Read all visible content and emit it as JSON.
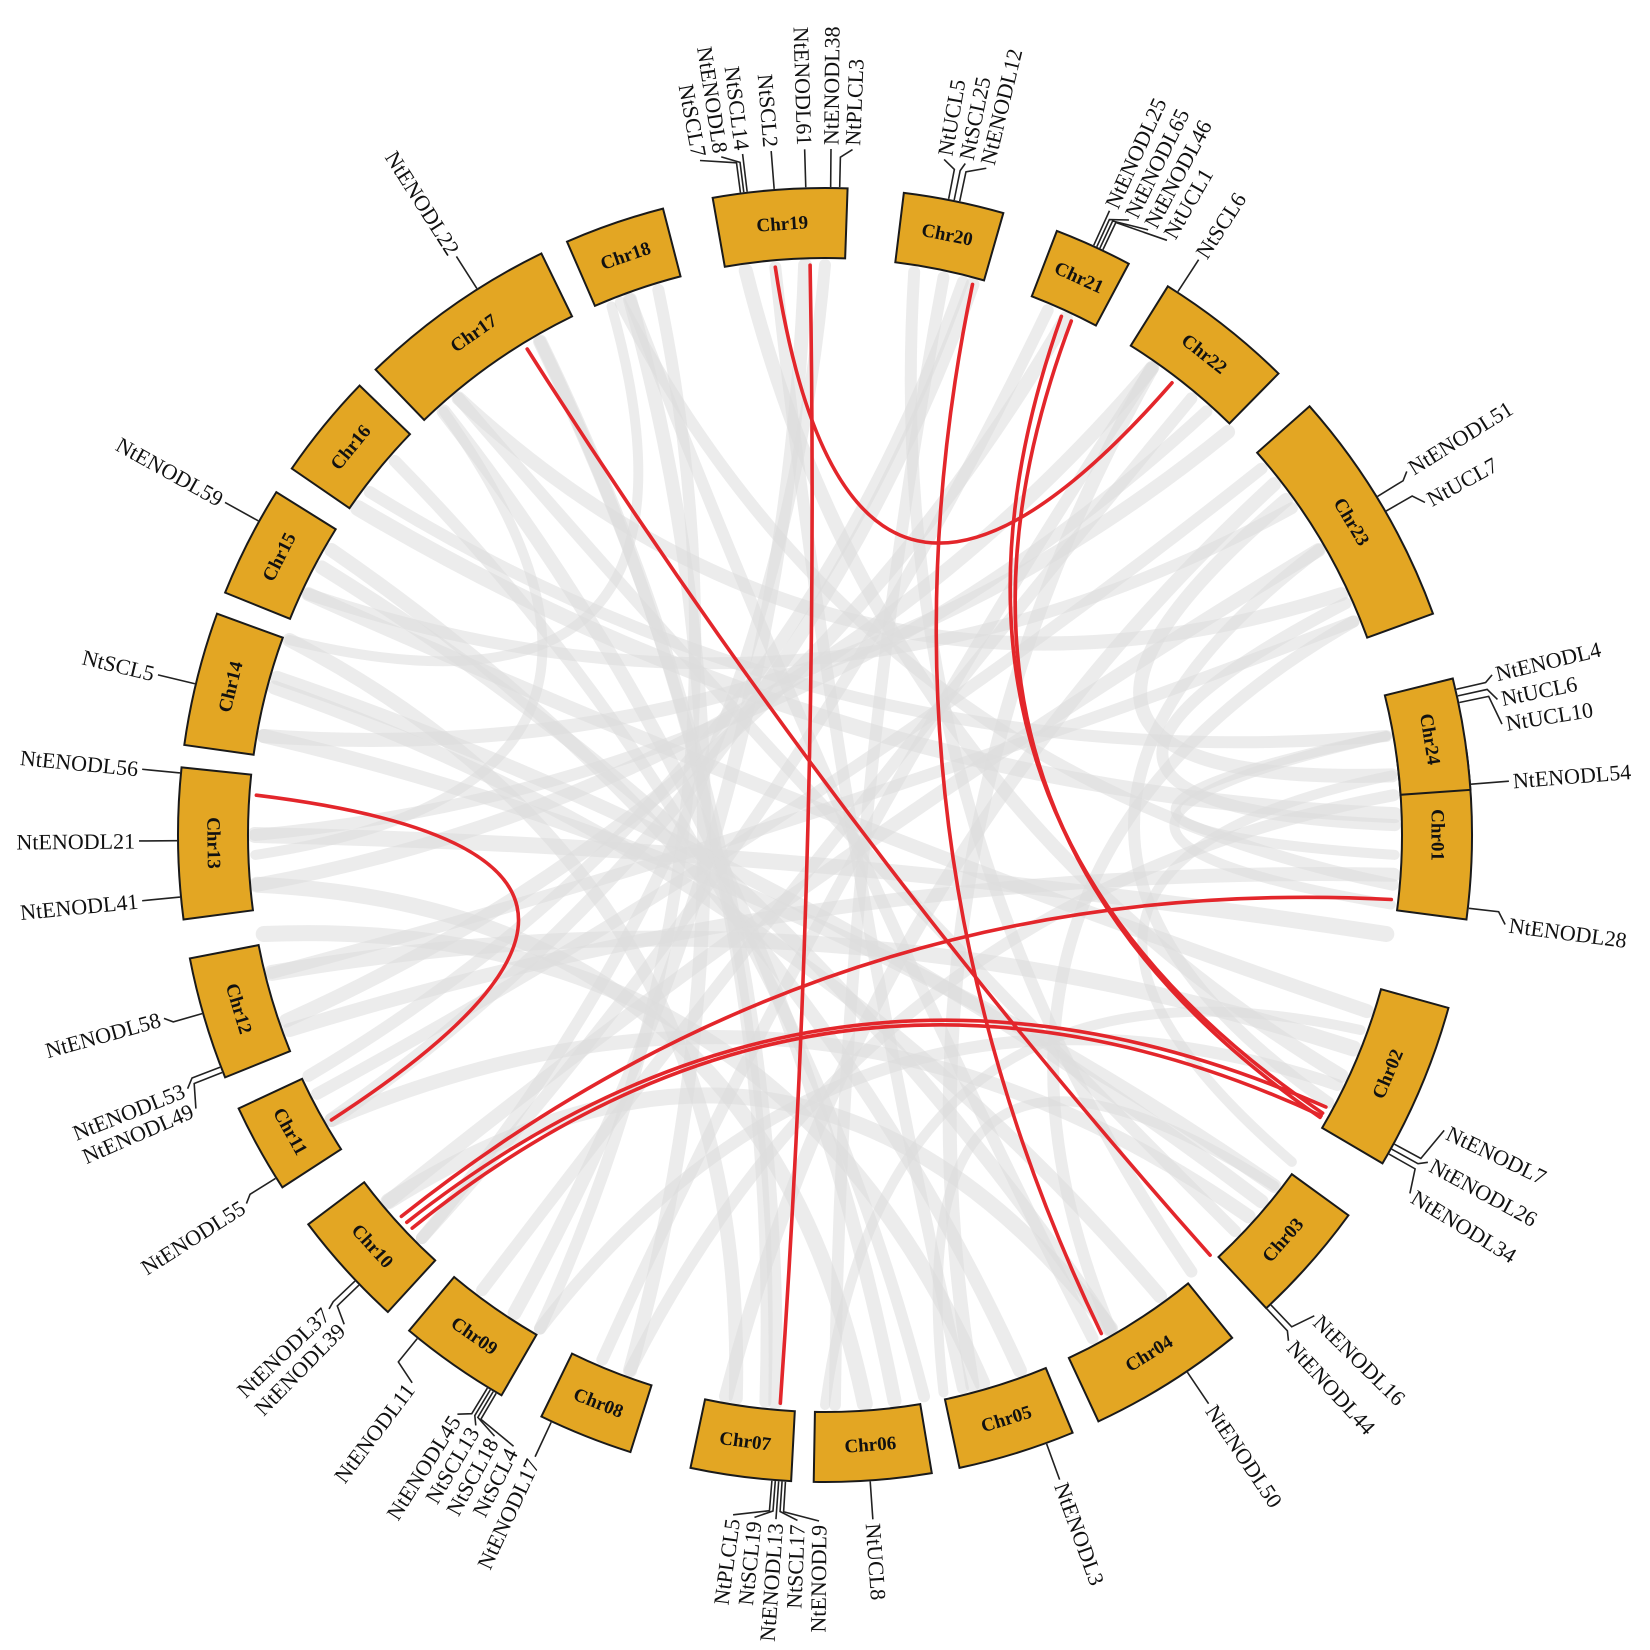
{
  "colors": {
    "chromosome": "#E3A623",
    "syntenic_link": "#E3262B",
    "background_link": "#dcdcdc"
  },
  "chromosomes": [
    {
      "id": "Chr01",
      "start": 82.5,
      "end": 97.5
    },
    {
      "id": "Chr02",
      "start": 105.5,
      "end": 120.5
    },
    {
      "id": "Chr03",
      "start": 126,
      "end": 137
    },
    {
      "id": "Chr04",
      "start": 141,
      "end": 155
    },
    {
      "id": "Chr05",
      "start": 157.5,
      "end": 168
    },
    {
      "id": "Chr06",
      "start": 170.5,
      "end": 181
    },
    {
      "id": "Chr07",
      "start": 183,
      "end": 192
    },
    {
      "id": "Chr08",
      "start": 197.5,
      "end": 206
    },
    {
      "id": "Chr09",
      "start": 210,
      "end": 220
    },
    {
      "id": "Chr10",
      "start": 222.5,
      "end": 233
    },
    {
      "id": "Chr11",
      "start": 237,
      "end": 245
    },
    {
      "id": "Chr12",
      "start": 248,
      "end": 259
    },
    {
      "id": "Chr13",
      "start": 262.5,
      "end": 276
    },
    {
      "id": "Chr14",
      "start": 278,
      "end": 290
    },
    {
      "id": "Chr15",
      "start": 292,
      "end": 302
    },
    {
      "id": "Chr16",
      "start": 304.5,
      "end": 314
    },
    {
      "id": "Chr17",
      "start": 316,
      "end": 334
    },
    {
      "id": "Chr18",
      "start": 336.5,
      "end": 345.5
    },
    {
      "id": "Chr19",
      "start": 350,
      "end": 362
    },
    {
      "id": "Chr20",
      "start": 367,
      "end": 376
    },
    {
      "id": "Chr21",
      "start": 381,
      "end": 388
    },
    {
      "id": "Chr22",
      "start": 392,
      "end": 404.5
    },
    {
      "id": "Chr23",
      "start": 408.5,
      "end": 430
    },
    {
      "id": "Chr24",
      "start": 436,
      "end": 446
    }
  ],
  "genes": [
    {
      "name": "NtENODL54",
      "chr": "Chr01",
      "angle": 85.5,
      "label_angle": 85.5
    },
    {
      "name": "NtENODL28",
      "chr": "Chr01",
      "angle": 96.5,
      "label_angle": 97.5
    },
    {
      "name": "NtENODL7",
      "chr": "Chr02",
      "angle": 118.5,
      "label_angle": 115.5
    },
    {
      "name": "NtENODL26",
      "chr": "Chr02",
      "angle": 119,
      "label_angle": 118.5
    },
    {
      "name": "NtENODL34",
      "chr": "Chr02",
      "angle": 119.5,
      "label_angle": 121.5
    },
    {
      "name": "NtENODL16",
      "chr": "Chr03",
      "angle": 136.5,
      "label_angle": 134.5
    },
    {
      "name": "NtENODL44",
      "chr": "Chr03",
      "angle": 137,
      "label_angle": 137.5
    },
    {
      "name": "NtENODL50",
      "chr": "Chr04",
      "angle": 146,
      "label_angle": 146
    },
    {
      "name": "NtENODL3",
      "chr": "Chr05",
      "angle": 160,
      "label_angle": 160
    },
    {
      "name": "NtUCL8",
      "chr": "Chr06",
      "angle": 176,
      "label_angle": 176
    },
    {
      "name": "NtENODL9",
      "chr": "Chr07",
      "angle": 183.5,
      "label_angle": 180.5
    },
    {
      "name": "NtSCL17",
      "chr": "Chr07",
      "angle": 183.8,
      "label_angle": 182.3
    },
    {
      "name": "NtENODL13",
      "chr": "Chr07",
      "angle": 184.1,
      "label_angle": 184.1
    },
    {
      "name": "NtSCL19",
      "chr": "Chr07",
      "angle": 184.4,
      "label_angle": 185.9
    },
    {
      "name": "NtPLCL5",
      "chr": "Chr07",
      "angle": 184.7,
      "label_angle": 187.7
    },
    {
      "name": "NtENODL17",
      "chr": "Chr08",
      "angle": 205,
      "label_angle": 205
    },
    {
      "name": "NtSCL4",
      "chr": "Chr09",
      "angle": 210.5,
      "label_angle": 207
    },
    {
      "name": "NtSCL18",
      "chr": "Chr09",
      "angle": 210.8,
      "label_angle": 208.8
    },
    {
      "name": "NtSCL13",
      "chr": "Chr09",
      "angle": 211.1,
      "label_angle": 210.6
    },
    {
      "name": "NtENODL45",
      "chr": "Chr09",
      "angle": 211.4,
      "label_angle": 212.4
    },
    {
      "name": "NtENODL11",
      "chr": "Chr09",
      "angle": 219,
      "label_angle": 217
    },
    {
      "name": "NtENODL39",
      "chr": "Chr10",
      "angle": 226,
      "label_angle": 224.5
    },
    {
      "name": "NtENODL37",
      "chr": "Chr10",
      "angle": 226.5,
      "label_angle": 226.3
    },
    {
      "name": "NtENODL55",
      "chr": "Chr11",
      "angle": 238,
      "label_angle": 237.5
    },
    {
      "name": "NtENODL49",
      "chr": "Chr12",
      "angle": 248.5,
      "label_angle": 246.5
    },
    {
      "name": "NtENODL53",
      "chr": "Chr12",
      "angle": 249,
      "label_angle": 248.3
    },
    {
      "name": "NtENODL58",
      "chr": "Chr12",
      "angle": 254,
      "label_angle": 254.5
    },
    {
      "name": "NtENODL41",
      "chr": "Chr13",
      "angle": 264.5,
      "label_angle": 264.5
    },
    {
      "name": "NtENODL21",
      "chr": "Chr13",
      "angle": 269.5,
      "label_angle": 269.5
    },
    {
      "name": "NtENODL56",
      "chr": "Chr13",
      "angle": 275.5,
      "label_angle": 275.5
    },
    {
      "name": "NtSCL5",
      "chr": "Chr14",
      "angle": 283.5,
      "label_angle": 283.5
    },
    {
      "name": "NtENODL59",
      "chr": "Chr15",
      "angle": 299,
      "label_angle": 299
    },
    {
      "name": "NtENODL22",
      "chr": "Chr17",
      "angle": 327.5,
      "label_angle": 327.5
    },
    {
      "name": "NtSCL7",
      "chr": "Chr19",
      "angle": 352.5,
      "label_angle": 349.5
    },
    {
      "name": "NtENODL8",
      "chr": "Chr19",
      "angle": 352.8,
      "label_angle": 351.3
    },
    {
      "name": "NtSCL14",
      "chr": "Chr19",
      "angle": 353.1,
      "label_angle": 353.1
    },
    {
      "name": "NtSCL2",
      "chr": "Chr19",
      "angle": 355.5,
      "label_angle": 355.5
    },
    {
      "name": "NtENODL61",
      "chr": "Chr19",
      "angle": 358.3,
      "label_angle": 358.3
    },
    {
      "name": "NtENODL38",
      "chr": "Chr19",
      "angle": 360.5,
      "label_angle": 360.5
    },
    {
      "name": "NtPLCL3",
      "chr": "Chr19",
      "angle": 361.3,
      "label_angle": 362.3
    },
    {
      "name": "NtUCL5",
      "chr": "Chr20",
      "angle": 371,
      "label_angle": 370
    },
    {
      "name": "NtSCL25",
      "chr": "Chr20",
      "angle": 371.5,
      "label_angle": 371.8
    },
    {
      "name": "NtENODL12",
      "chr": "Chr20",
      "angle": 372,
      "label_angle": 373.6
    },
    {
      "name": "NtENODL25",
      "chr": "Chr21",
      "angle": 384.5,
      "label_angle": 384.5
    },
    {
      "name": "NtENODL65",
      "chr": "Chr21",
      "angle": 384.8,
      "label_angle": 386.3
    },
    {
      "name": "NtENODL46",
      "chr": "Chr21",
      "angle": 385.1,
      "label_angle": 388.1
    },
    {
      "name": "NtUCL1",
      "chr": "Chr21",
      "angle": 385.4,
      "label_angle": 389.9
    },
    {
      "name": "NtSCL6",
      "chr": "Chr22",
      "angle": 393,
      "label_angle": 393
    },
    {
      "name": "NtENODL51",
      "chr": "Chr23",
      "angle": 418.5,
      "label_angle": 418
    },
    {
      "name": "NtUCL7",
      "chr": "Chr23",
      "angle": 420,
      "label_angle": 421
    },
    {
      "name": "NtENODL4",
      "chr": "Chr24",
      "angle": 437,
      "label_angle": 436.5
    },
    {
      "name": "NtUCL6",
      "chr": "Chr24",
      "angle": 437.6,
      "label_angle": 438.6
    },
    {
      "name": "NtUCL10",
      "chr": "Chr24",
      "angle": 438.2,
      "label_angle": 440.7
    }
  ],
  "segmental_duplications": [
    {
      "from": 358.5,
      "to": 184.5
    },
    {
      "from": 328.5,
      "to": 137.5
    },
    {
      "from": 355,
      "to": 397.5
    },
    {
      "from": 375,
      "to": 151
    },
    {
      "from": 384.5,
      "to": 119.2
    },
    {
      "from": 385.6,
      "to": 119.7
    },
    {
      "from": 274,
      "to": 240
    },
    {
      "from": 228,
      "to": 96.5
    },
    {
      "from": 227.2,
      "to": 118.5
    },
    {
      "from": 226.4,
      "to": 119.5
    }
  ],
  "background_links": [
    {
      "from": 84,
      "to": 414,
      "w": 14
    },
    {
      "from": 89,
      "to": 426,
      "w": 12
    },
    {
      "from": 92,
      "to": 440,
      "w": 10
    },
    {
      "from": 88,
      "to": 305,
      "w": 16
    },
    {
      "from": 94,
      "to": 250,
      "w": 14
    },
    {
      "from": 86,
      "to": 200,
      "w": 12
    },
    {
      "from": 108,
      "to": 295,
      "w": 14
    },
    {
      "from": 112,
      "to": 256,
      "w": 16
    },
    {
      "from": 116,
      "to": 210,
      "w": 12
    },
    {
      "from": 110,
      "to": 180,
      "w": 10
    },
    {
      "from": 128,
      "to": 280,
      "w": 14
    },
    {
      "from": 132,
      "to": 240,
      "w": 14
    },
    {
      "from": 134,
      "to": 320,
      "w": 12
    },
    {
      "from": 144,
      "to": 285,
      "w": 14
    },
    {
      "from": 150,
      "to": 230,
      "w": 16
    },
    {
      "from": 152,
      "to": 340,
      "w": 12
    },
    {
      "from": 160,
      "to": 300,
      "w": 14
    },
    {
      "from": 164,
      "to": 260,
      "w": 16
    },
    {
      "from": 166,
      "to": 355,
      "w": 12
    },
    {
      "from": 173,
      "to": 318,
      "w": 14
    },
    {
      "from": 176,
      "to": 265,
      "w": 16
    },
    {
      "from": 179,
      "to": 372,
      "w": 12
    },
    {
      "from": 186,
      "to": 330,
      "w": 12
    },
    {
      "from": 189,
      "to": 290,
      "w": 14
    },
    {
      "from": 200,
      "to": 340,
      "w": 14
    },
    {
      "from": 203,
      "to": 395,
      "w": 12
    },
    {
      "from": 213,
      "to": 358,
      "w": 14
    },
    {
      "from": 217,
      "to": 400,
      "w": 12
    },
    {
      "from": 225,
      "to": 383,
      "w": 12
    },
    {
      "from": 230,
      "to": 420,
      "w": 14
    },
    {
      "from": 240,
      "to": 375,
      "w": 14
    },
    {
      "from": 243,
      "to": 410,
      "w": 12
    },
    {
      "from": 251,
      "to": 385,
      "w": 14
    },
    {
      "from": 256,
      "to": 428,
      "w": 12
    },
    {
      "from": 265,
      "to": 395,
      "w": 14
    },
    {
      "from": 270,
      "to": 100,
      "w": 16
    },
    {
      "from": 280,
      "to": 405,
      "w": 14
    },
    {
      "from": 286,
      "to": 130,
      "w": 14
    },
    {
      "from": 295,
      "to": 415,
      "w": 12
    },
    {
      "from": 298,
      "to": 150,
      "w": 14
    },
    {
      "from": 307,
      "to": 440,
      "w": 12
    },
    {
      "from": 311,
      "to": 170,
      "w": 12
    },
    {
      "from": 320,
      "to": 425,
      "w": 14
    },
    {
      "from": 330,
      "to": 185,
      "w": 14
    },
    {
      "from": 339,
      "to": 95,
      "w": 12
    },
    {
      "from": 343,
      "to": 210,
      "w": 12
    },
    {
      "from": 352,
      "to": 115,
      "w": 14
    },
    {
      "from": 360,
      "to": 225,
      "w": 12
    },
    {
      "from": 369,
      "to": 140,
      "w": 12
    },
    {
      "from": 374,
      "to": 245,
      "w": 12
    },
    {
      "from": 395,
      "to": 165,
      "w": 14
    },
    {
      "from": 402,
      "to": 270,
      "w": 12
    },
    {
      "from": 412,
      "to": 190,
      "w": 14
    },
    {
      "from": 420,
      "to": 118,
      "w": 12
    },
    {
      "from": 428,
      "to": 150,
      "w": 12
    },
    {
      "from": 440,
      "to": 97,
      "w": 10
    },
    {
      "from": 444,
      "to": 125,
      "w": 10
    },
    {
      "from": 318,
      "to": 268,
      "w": 10
    },
    {
      "from": 338,
      "to": 290,
      "w": 10
    },
    {
      "from": 128,
      "to": 168,
      "w": 10
    }
  ]
}
